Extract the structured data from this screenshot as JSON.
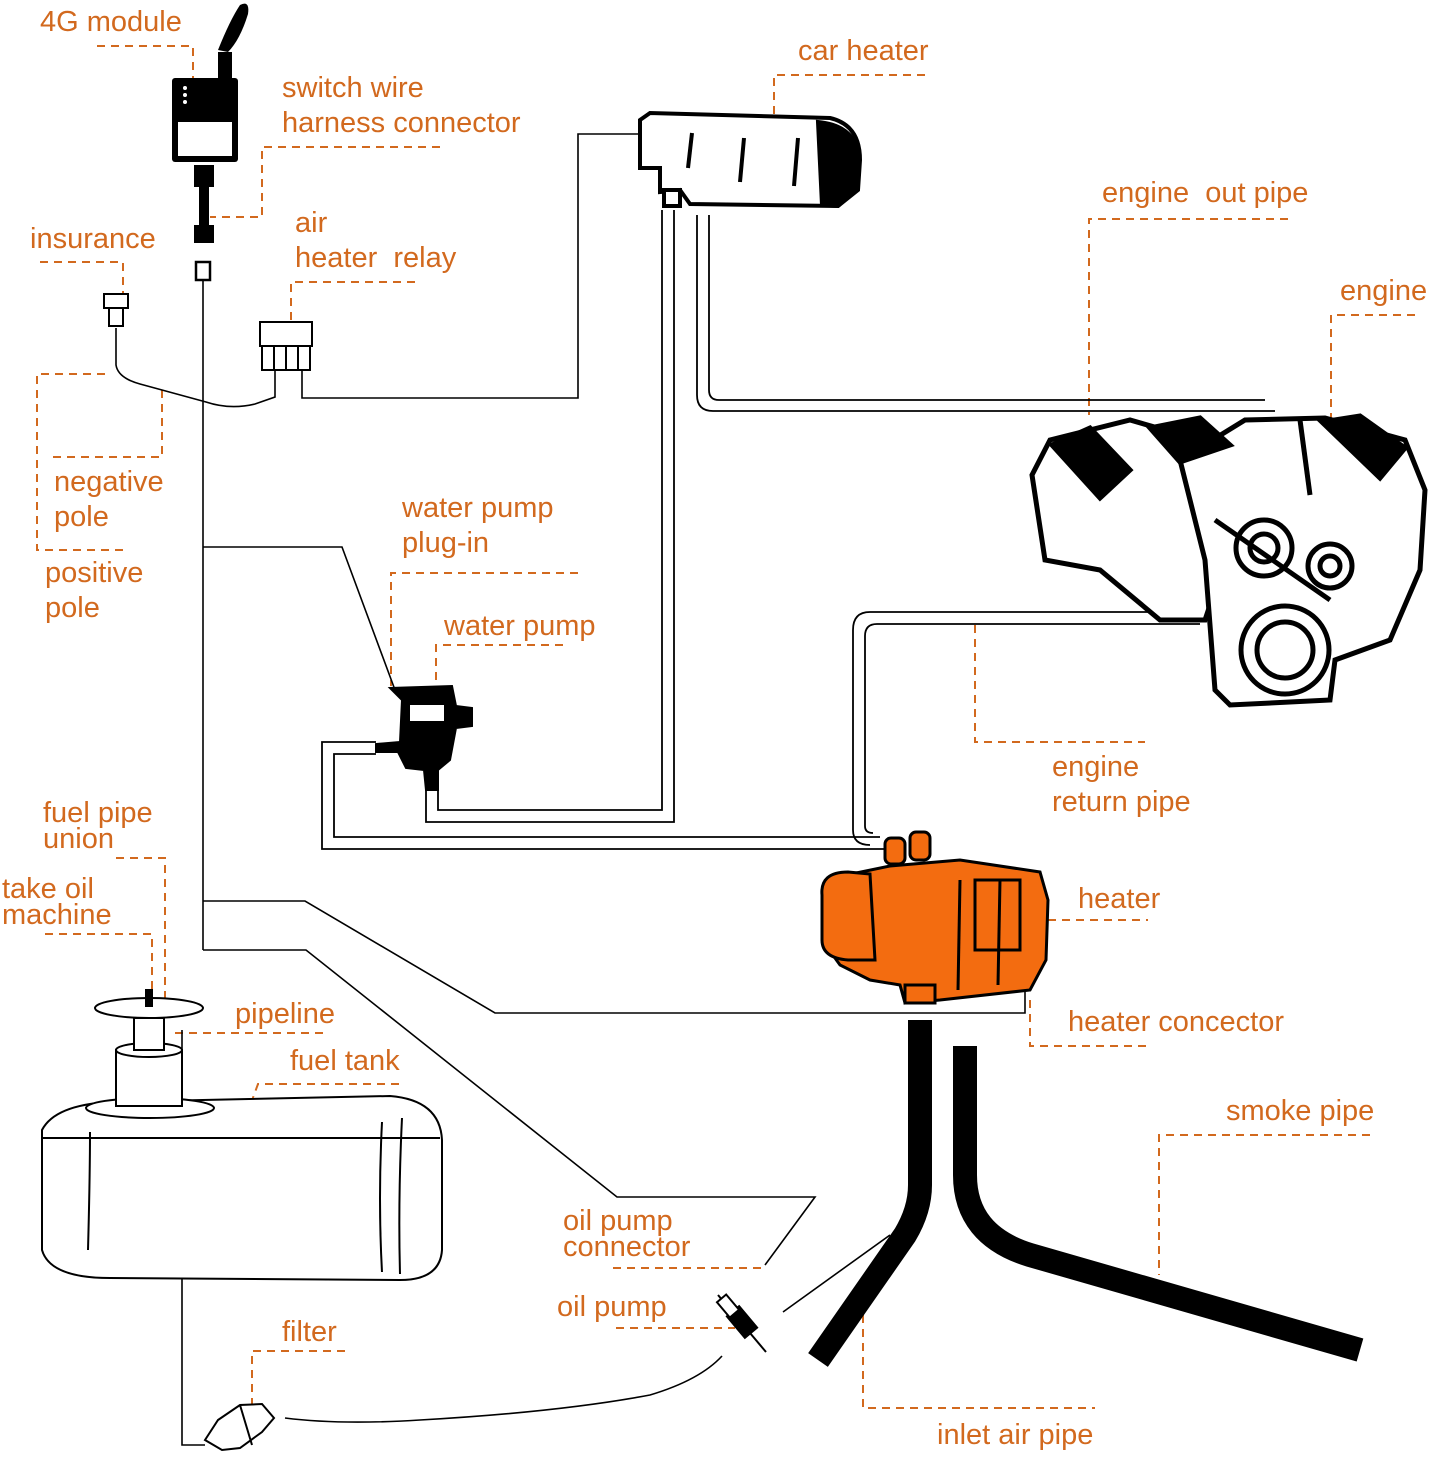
{
  "colors": {
    "label": "#d2691e",
    "leader": "#d2691e",
    "line": "#000000",
    "heater_fill": "#f36c10",
    "background": "#ffffff"
  },
  "labels": {
    "module_4g": "4G module",
    "switch_wire_1": "switch wire",
    "switch_wire_2": "harness connector",
    "car_heater": "car heater",
    "insurance": "insurance",
    "air_heater_relay_1": "air",
    "air_heater_relay_2": "heater  relay",
    "engine_out_pipe": "engine  out pipe",
    "engine": "engine",
    "negative_pole_1": "negative",
    "negative_pole_2": "pole",
    "positive_pole_1": "positive",
    "positive_pole_2": "pole",
    "water_pump_plugin_1": "water pump",
    "water_pump_plugin_2": "plug-in",
    "water_pump": "water pump",
    "engine_return_pipe_1": "engine",
    "engine_return_pipe_2": "return pipe",
    "fuel_pipe_union_1": "fuel pipe",
    "fuel_pipe_union_2": "union",
    "take_oil_machine_1": "take oil",
    "take_oil_machine_2": "machine",
    "heater": "heater",
    "pipeline": "pipeline",
    "heater_connector": "heater concector",
    "fuel_tank": "fuel tank",
    "smoke_pipe": "smoke pipe",
    "oil_pump_connector_1": "oil pump",
    "oil_pump_connector_2": "connector",
    "oil_pump": "oil pump",
    "filter": "filter",
    "inlet_air_pipe": "inlet air pipe"
  },
  "components": [
    {
      "name": "4G module",
      "icon": "gps-tracker-icon"
    },
    {
      "name": "car heater",
      "icon": "heater-core-icon"
    },
    {
      "name": "engine",
      "icon": "v-engine-icon"
    },
    {
      "name": "heater",
      "icon": "water-heater-icon"
    },
    {
      "name": "fuel tank",
      "icon": "fuel-tank-icon"
    },
    {
      "name": "water pump",
      "icon": "pump-icon"
    },
    {
      "name": "oil pump",
      "icon": "fuel-pump-icon"
    },
    {
      "name": "filter",
      "icon": "fuel-filter-icon"
    }
  ]
}
